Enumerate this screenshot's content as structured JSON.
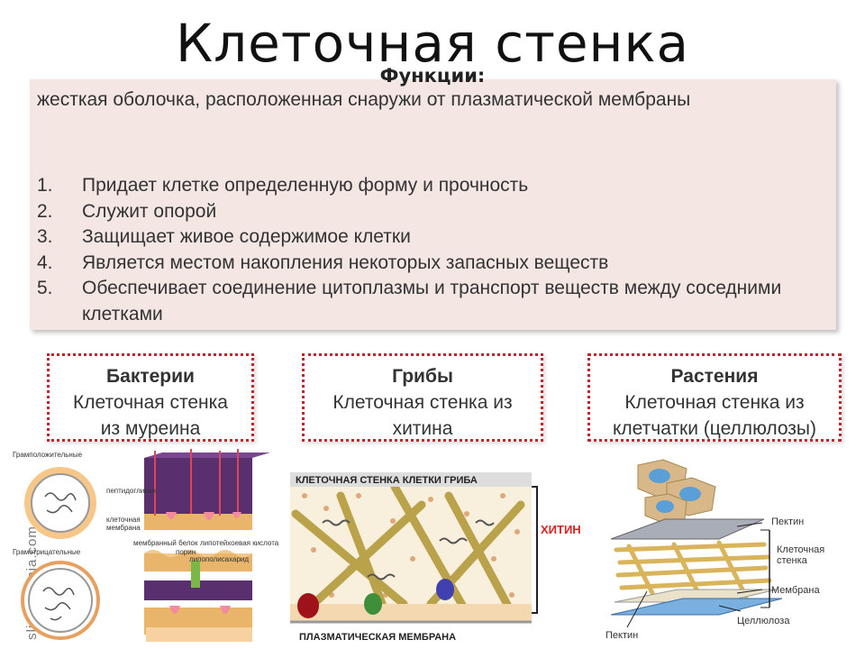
{
  "title": "Клеточная стенка",
  "definition": "жесткая оболочка, расположенная снаружи от плазматической мембраны",
  "functions_title": "Функции:",
  "functions": [
    {
      "num": "1.",
      "text": "Придает клетке определенную форму и прочность"
    },
    {
      "num": "2.",
      "text": "Служит опорой"
    },
    {
      "num": "3.",
      "text": "Защищает живое содержимое клетки"
    },
    {
      "num": "4.",
      "text": "Является местом накопления некоторых запасных веществ"
    },
    {
      "num": "5.",
      "text": "Обеспечивает соединение цитоплазмы и транспорт веществ между соседними клетками"
    }
  ],
  "kingdoms": [
    {
      "title": "Бактерии",
      "line1": "Клеточная стенка",
      "line2": "из муреина"
    },
    {
      "title": "Грибы",
      "line1": "Клеточная стенка из",
      "line2": "хитина"
    },
    {
      "title": "Растения",
      "line1": "Клеточная стенка из",
      "line2": "клетчатки (целлюлозы)"
    }
  ],
  "bacteria_figure": {
    "gram_pos": "Грамположительные",
    "gram_neg": "Грамотрицательные",
    "label_peptidoglycan": "пептидогликан",
    "label_membrane": "клеточная мембрана",
    "label_membrane_protein": "мембранный белок",
    "label_porin": "порин",
    "label_lipoteichoic": "липотейхоевая кислота",
    "label_lipopolysaccharide": "липополисахарид"
  },
  "fungi_figure": {
    "header": "КЛЕТОЧНАЯ СТЕНКА КЛЕТКИ ГРИБА",
    "side_label": "ХИТИН",
    "footer": "ПЛАЗМАТИЧЕСКАЯ МЕМБРАНА"
  },
  "plant_figure": {
    "label_pectin_top": "Пектин",
    "label_wall": "Клеточная стенка",
    "label_membrane": "Мембрана",
    "label_cellulose": "Целлюлоза",
    "label_pectin_bottom": "Пектин"
  },
  "watermark": "slidesmania.com",
  "colors": {
    "accent": "#c0262d",
    "box_bg": "#f3e6e3",
    "chitin_red": "#d8231f"
  }
}
